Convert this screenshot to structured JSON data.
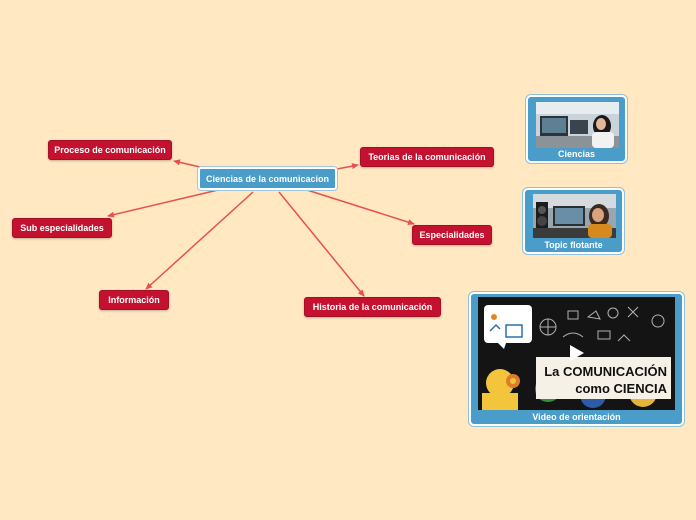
{
  "center": {
    "label": "Ciencias de la comunicacion"
  },
  "topics": {
    "proceso": "Proceso de comunicación",
    "teorias": "Teorias de la comunicación",
    "sub": "Sub especialidades",
    "especialidades": "Especialidades",
    "informacion": "Información",
    "historia": "Historia de la comunicación"
  },
  "cards": {
    "ciencias": "Ciencias",
    "flotante": "Topic flotante",
    "video": "Video de orientación",
    "video_title_line1": "La COMUNICACIÓN",
    "video_title_line2": "como CIENCIA"
  },
  "colors": {
    "background": "#FFE8C2",
    "topic": "#C4112F",
    "center": "#4A9CC9",
    "connector": "#E8504F"
  }
}
